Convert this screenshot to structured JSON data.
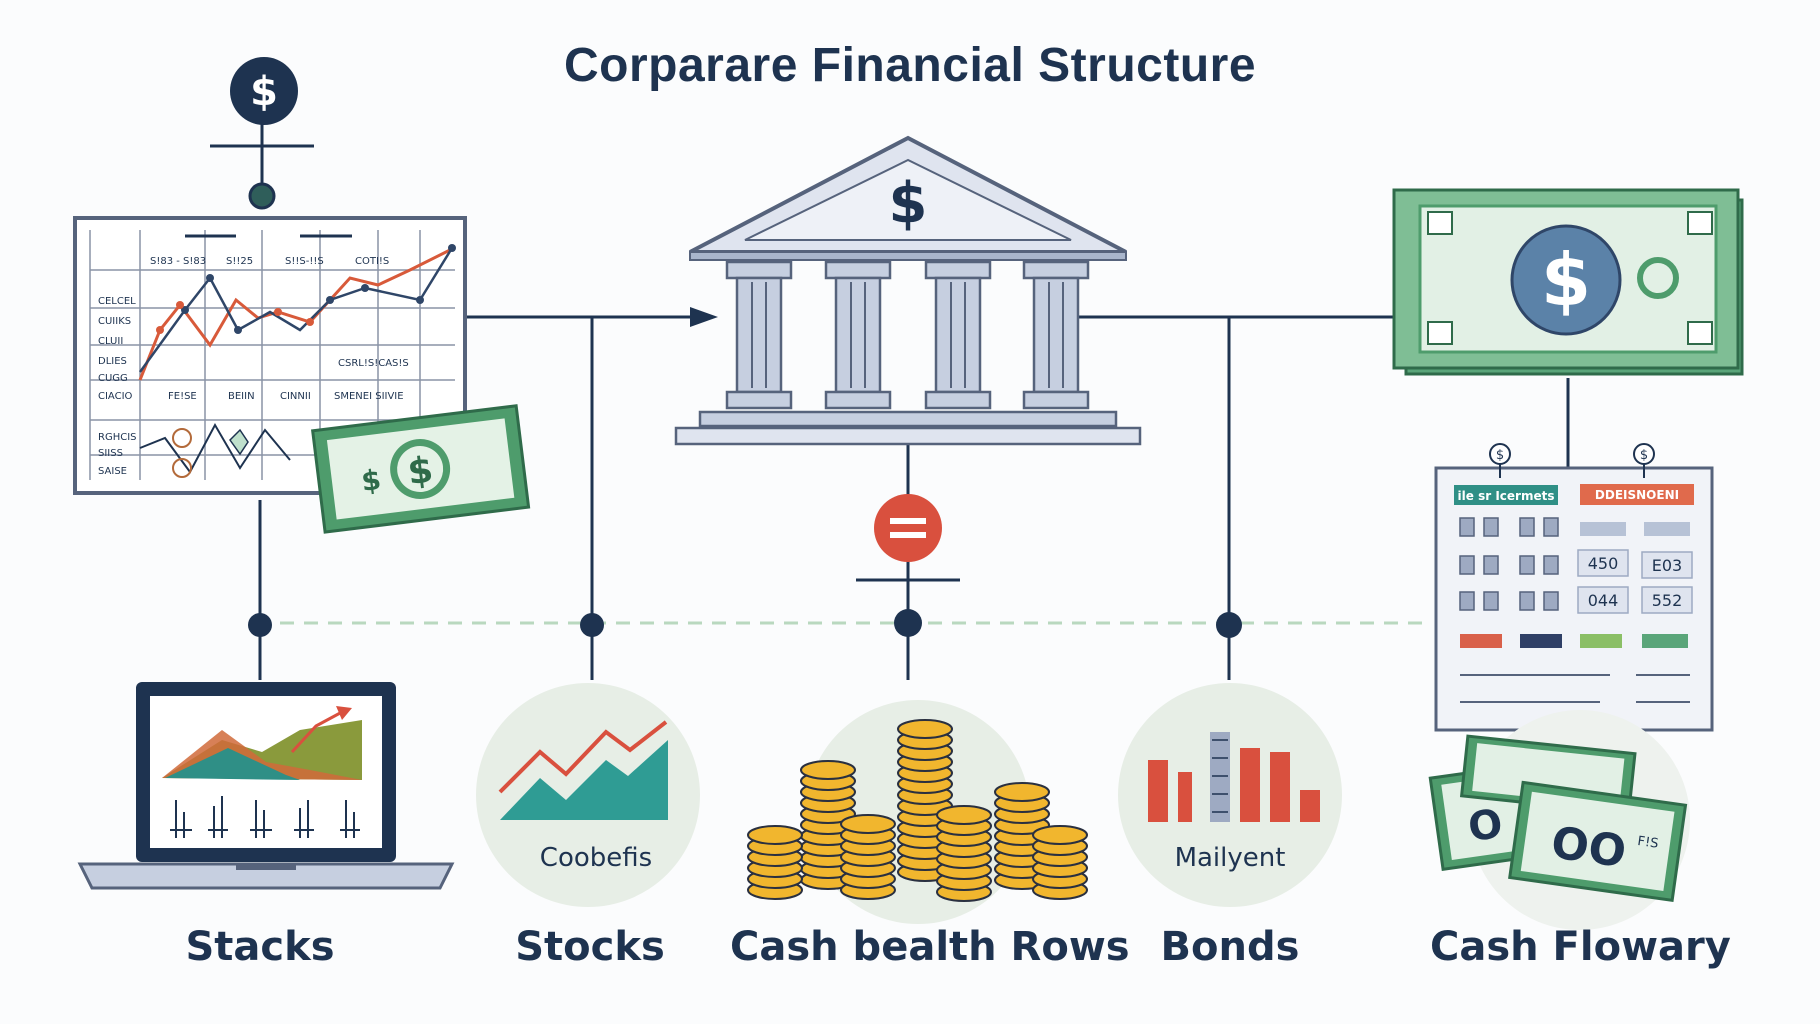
{
  "title": "Corparare Financial Structure",
  "colors": {
    "navy": "#1e3350",
    "green": "#3f9e6c",
    "teal": "#2f9c94",
    "red": "#cf4a3a",
    "gold": "#f1b62e",
    "slate": "#a9b6cc"
  },
  "top_left_node": {
    "icon": "dollar-icon",
    "symbol": "$"
  },
  "spreadsheet": {
    "col_headers": [
      "S!83 - S!83",
      "S!!25",
      "S!!S-!!S",
      "COTI!S"
    ],
    "row_labels": [
      "CELCEL",
      "CUIIKS",
      "CLUII",
      "DLIES",
      "CUGG",
      "CIACIO",
      "RGHCIS",
      "SIISS",
      "SAISE"
    ],
    "footer_labels": [
      "FE!SE",
      "BEIIN",
      "CINNII",
      "SMENEI SIIVIE"
    ],
    "tag": "CSRL!S!CAS!S"
  },
  "bank": {
    "icon": "bank-icon",
    "symbol": "$"
  },
  "mid_node": {
    "icon": "equals-icon"
  },
  "big_bill": {
    "icon": "banknote-icon",
    "symbol": "$"
  },
  "ledger": {
    "pin_symbol": "$",
    "tab_left": "ile sr Icermets",
    "tab_right": "DDEISNOENI",
    "values": [
      "450",
      "E03",
      "044",
      "552"
    ]
  },
  "bubbles": {
    "stocks_caption": "Coobefis",
    "bonds_caption": "Mailyent"
  },
  "bottom_labels": [
    "Stacks",
    "Stocks",
    "Cash bealth Rows",
    "Bonds",
    "Cash Flowary"
  ],
  "bills_text": {
    "small_bill": "$",
    "stack_left": "O",
    "stack_right": "OO",
    "stack_tag": "F!S"
  }
}
